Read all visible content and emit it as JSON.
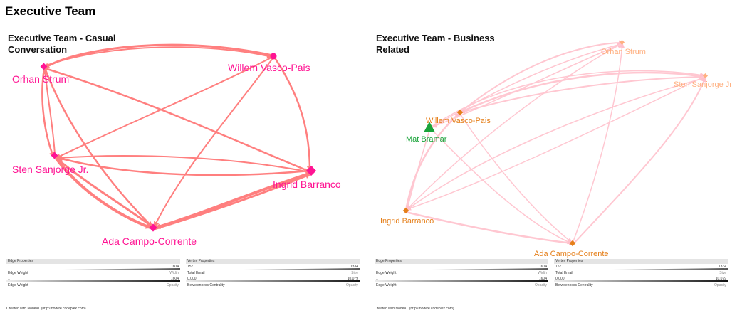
{
  "page_title": "Executive Team",
  "panels": [
    {
      "title_line1": "Executive Team - Casual",
      "title_line2": "Conversation",
      "nodes": [
        {
          "label": "Orhan Strum",
          "color": "#ff1493",
          "shape": "diamond"
        },
        {
          "label": "Willem Vasco-Pais",
          "color": "#ff1493",
          "shape": "sphere"
        },
        {
          "label": "Sten Sanjorge Jr.",
          "color": "#ff1493",
          "shape": "diamond"
        },
        {
          "label": "Ingrid Barranco",
          "color": "#ff1493",
          "shape": "diamond"
        },
        {
          "label": "Ada Campo-Corrente",
          "color": "#ff1493",
          "shape": "diamond"
        }
      ],
      "edge_color": "#ff7f7f"
    },
    {
      "title_line1": "Executive Team - Business",
      "title_line2": "Related",
      "nodes": [
        {
          "label": "Orhan Strum",
          "color": "#ffb080",
          "shape": "diamond"
        },
        {
          "label": "Sten Sanjorge Jr",
          "color": "#ffb080",
          "shape": "diamond"
        },
        {
          "label": "Willem Vasco-Pais",
          "color": "#e57f1a",
          "shape": "diamond"
        },
        {
          "label": "Mat Bramar",
          "color": "#1aa33a",
          "shape": "triangle"
        },
        {
          "label": "Ingrid Barranco",
          "color": "#e57f1a",
          "shape": "diamond"
        },
        {
          "label": "Ada Campo-Corrente",
          "color": "#e57f1a",
          "shape": "diamond"
        }
      ],
      "edge_color": "#ffc0cb"
    }
  ],
  "legend": {
    "edge_header": "Edge Properties",
    "vertex_header": "Vertex Properties",
    "edge_rows": [
      {
        "min": "1",
        "max": "1604",
        "label": "Edge Weight",
        "type": "Width"
      },
      {
        "min": "1",
        "max": "1604",
        "label": "Edge Weight",
        "type": "Opacity"
      }
    ],
    "vertex_rows": [
      {
        "min": "157",
        "max": "1334",
        "label": "Total Email",
        "type": "Size"
      },
      {
        "min": "0.000",
        "max": "10.079",
        "label": "Betweenness Centrality",
        "type": "Opacity"
      }
    ],
    "footer": "Created with NodeXL (http://nodexl.codeplex.com)"
  }
}
